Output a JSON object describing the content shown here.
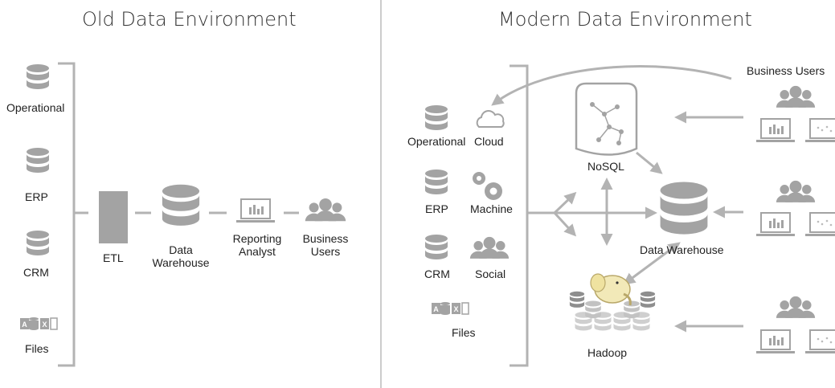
{
  "left": {
    "title": "Old Data Environment",
    "sources": {
      "operational": "Operational",
      "erp": "ERP",
      "crm": "CRM",
      "files": "Files"
    },
    "etl": "ETL",
    "warehouse": [
      "Data",
      "Warehouse"
    ],
    "analyst": [
      "Reporting",
      "Analyst"
    ],
    "users": [
      "Business",
      "Users"
    ]
  },
  "right": {
    "title": "Modern Data Environment",
    "sources": {
      "operational": "Operational",
      "cloud": "Cloud",
      "erp": "ERP",
      "machine": "Machine",
      "crm": "CRM",
      "social": "Social",
      "files": "Files"
    },
    "nosql": "NoSQL",
    "warehouse": "Data Warehouse",
    "hadoop": "Hadoop",
    "business_users": "Business Users"
  },
  "colors": {
    "icon": "#a3a3a3",
    "line": "#b3b3b3",
    "divider": "#999999",
    "text": "#222222"
  }
}
